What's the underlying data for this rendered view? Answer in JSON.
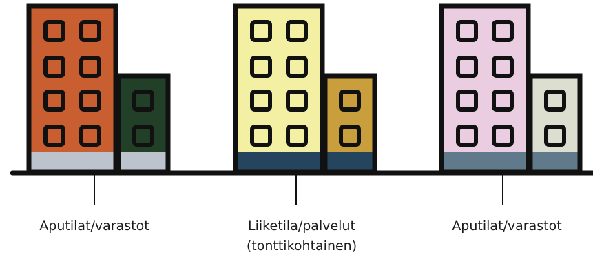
{
  "groups": [
    {
      "label_lines": [
        "Aputilat/varastot"
      ],
      "colors": {
        "tall_facade": "#c95e30",
        "short_facade": "#223f27",
        "base": "#bcc3cc"
      }
    },
    {
      "label_lines": [
        "Liiketila/palvelut",
        "(tonttikohtainen)"
      ],
      "colors": {
        "tall_facade": "#f3f0a4",
        "short_facade": "#c99f3e",
        "base": "#25455f"
      }
    },
    {
      "label_lines": [
        "Aputilat/varastot"
      ],
      "colors": {
        "tall_facade": "#ebcde1",
        "short_facade": "#dcdfd0",
        "base": "#607a8b"
      }
    }
  ],
  "colors": {
    "outline": "#111111",
    "ground": "#111111",
    "window_fill": "#111111"
  }
}
